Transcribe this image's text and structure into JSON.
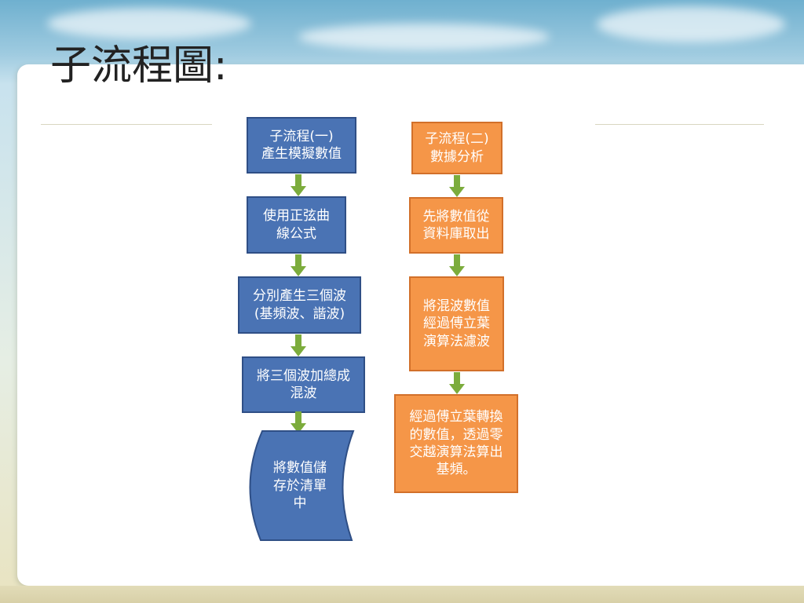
{
  "slide": {
    "title": "子流程圖:"
  },
  "flow_left": {
    "steps": [
      "子流程(一)\n產生模擬數值",
      "使用正弦曲\n線公式",
      "分別產生三個波\n(基頻波、諧波)",
      "將三個波加總成\n混波",
      "將數值儲\n存於清單\n中"
    ]
  },
  "flow_right": {
    "steps": [
      "子流程(二)\n數據分析",
      "先將數值從\n資料庫取出",
      "將混波數值\n經過傅立葉\n演算法濾波",
      "經過傅立葉轉換\n的數值，透過零\n交越演算法算出\n基頻。"
    ]
  },
  "colors": {
    "blue_fill": "#4a73b4",
    "orange_fill": "#f59648",
    "arrow_green": "#7cac3c"
  }
}
